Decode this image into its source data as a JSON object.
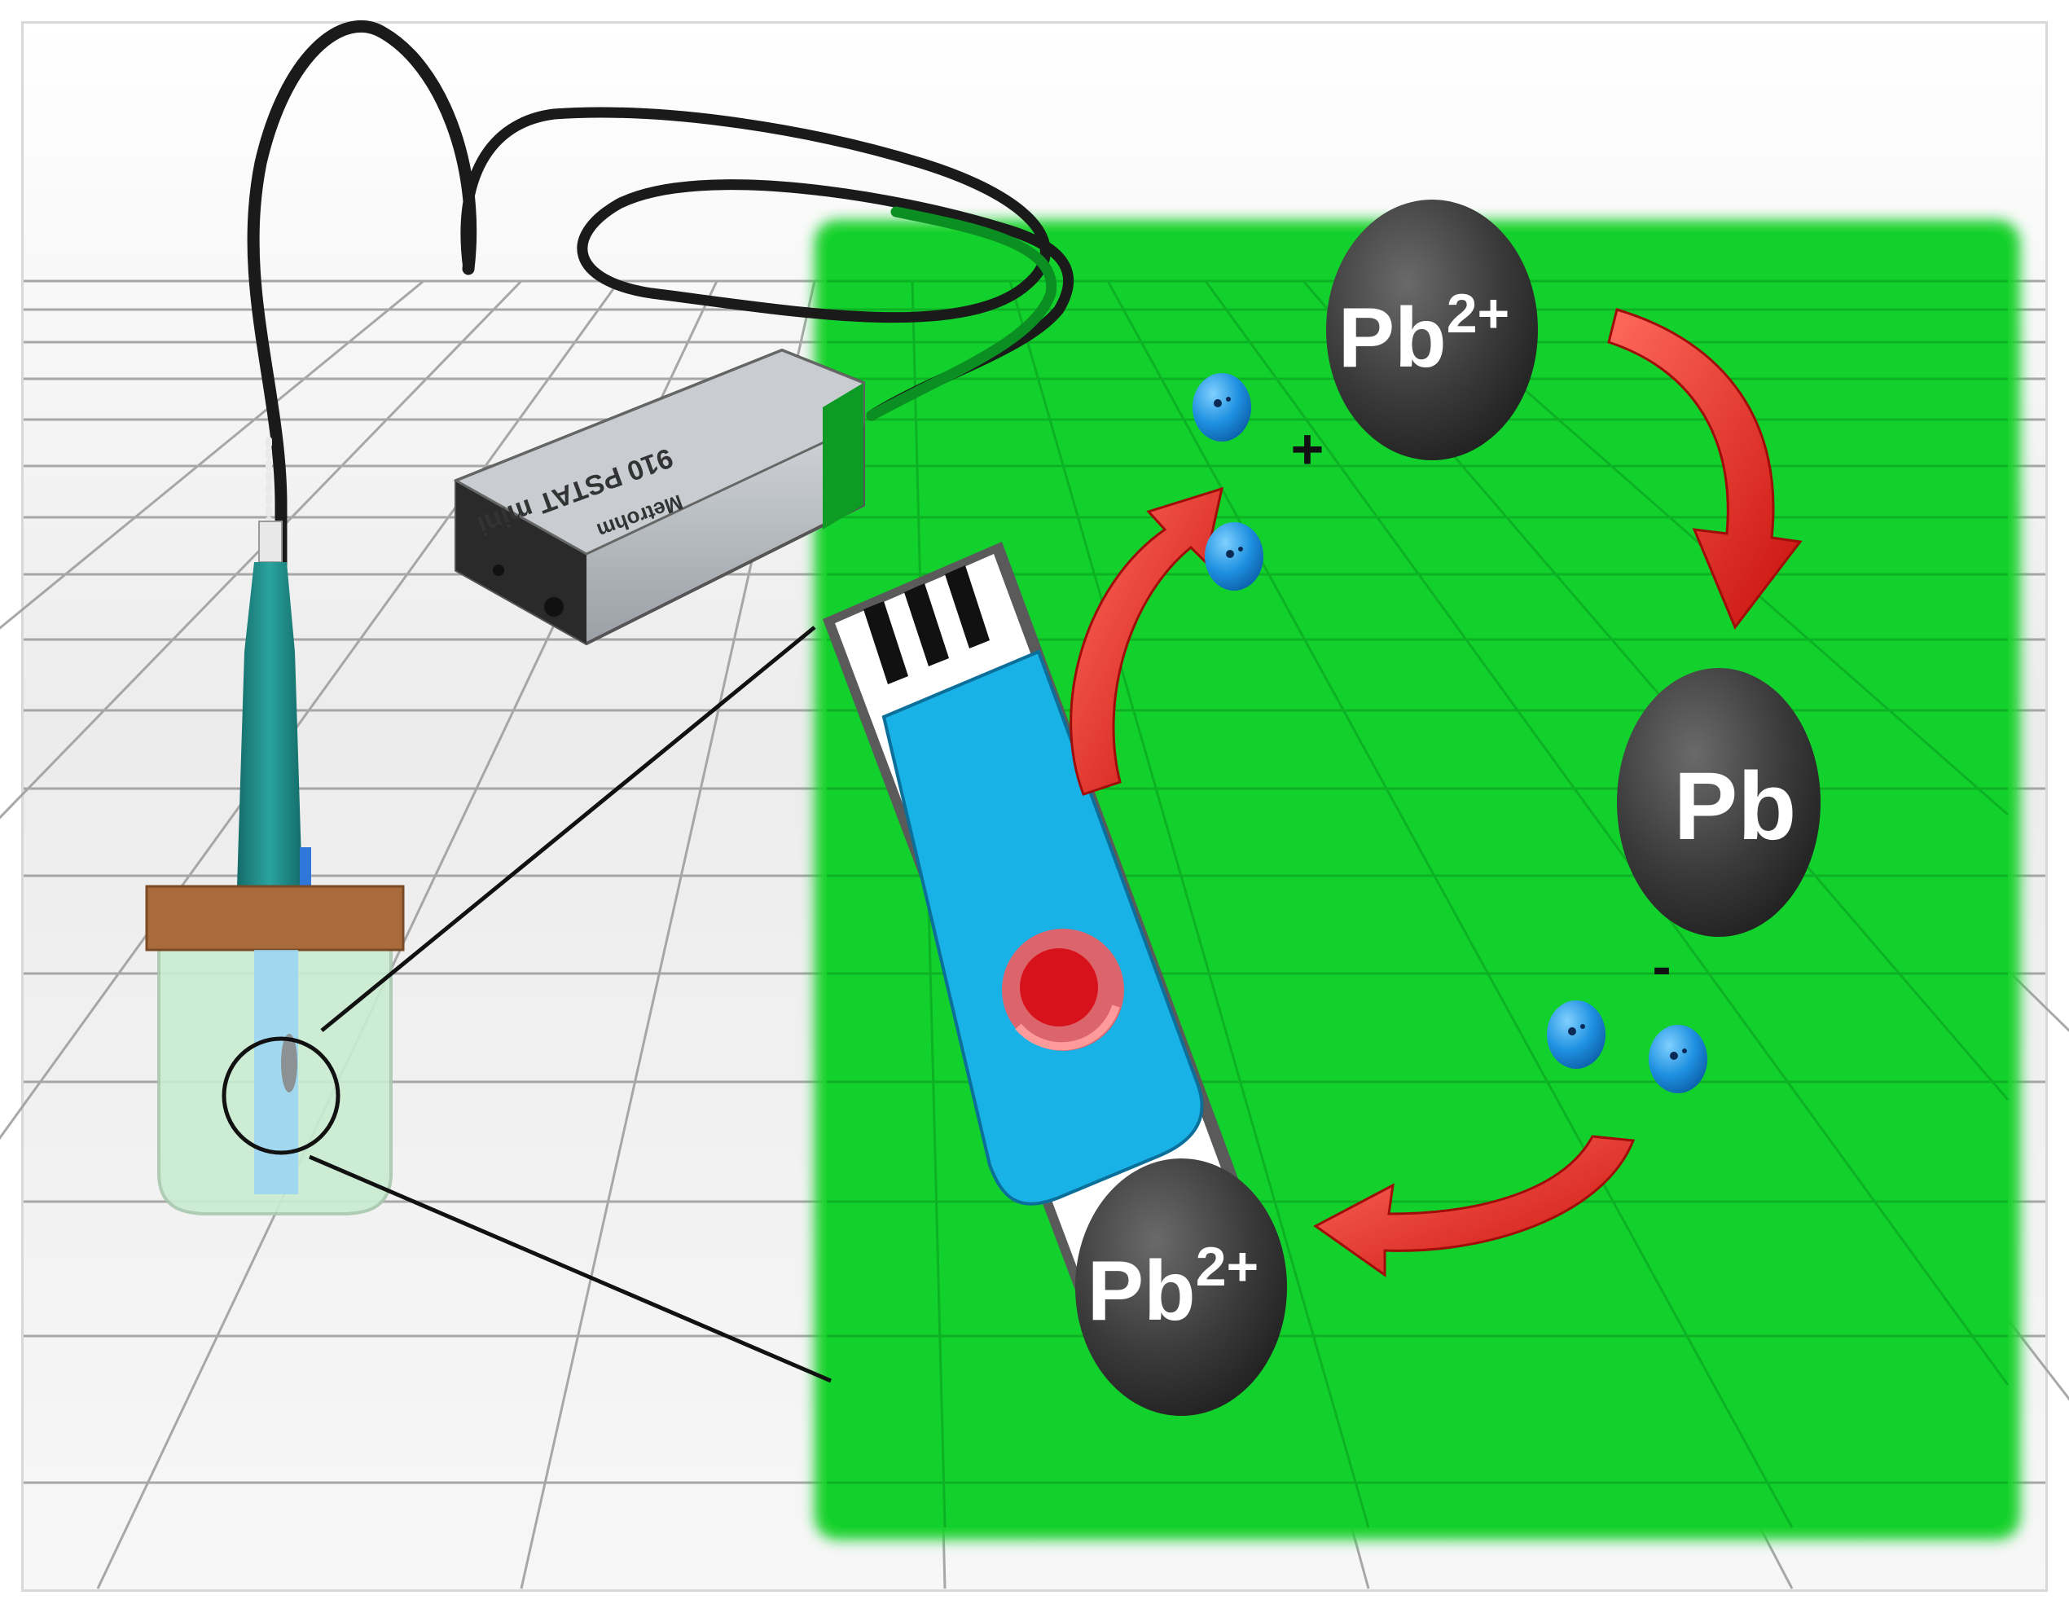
{
  "labels": {
    "pb2_top": {
      "base": "Pb",
      "sup": "2+"
    },
    "pb_right": {
      "base": "Pb"
    },
    "pb2_bottom": {
      "base": "Pb",
      "sup": "2+"
    },
    "plus_sign": "+",
    "minus_sign": "-"
  },
  "device": {
    "model_text": "910 PSTAT mini",
    "brand_text": "Metrohm"
  },
  "colors": {
    "panel_green": "#12d12c",
    "atom_dark": "#3a3a3a",
    "electron_blue": "#1e90e0",
    "arrow_red": "#e8231f",
    "electrode_blue": "#19b2e6",
    "lid_brown": "#a96a3c",
    "probe_teal": "#1f8a86",
    "device_silver": "#b9bec4"
  }
}
